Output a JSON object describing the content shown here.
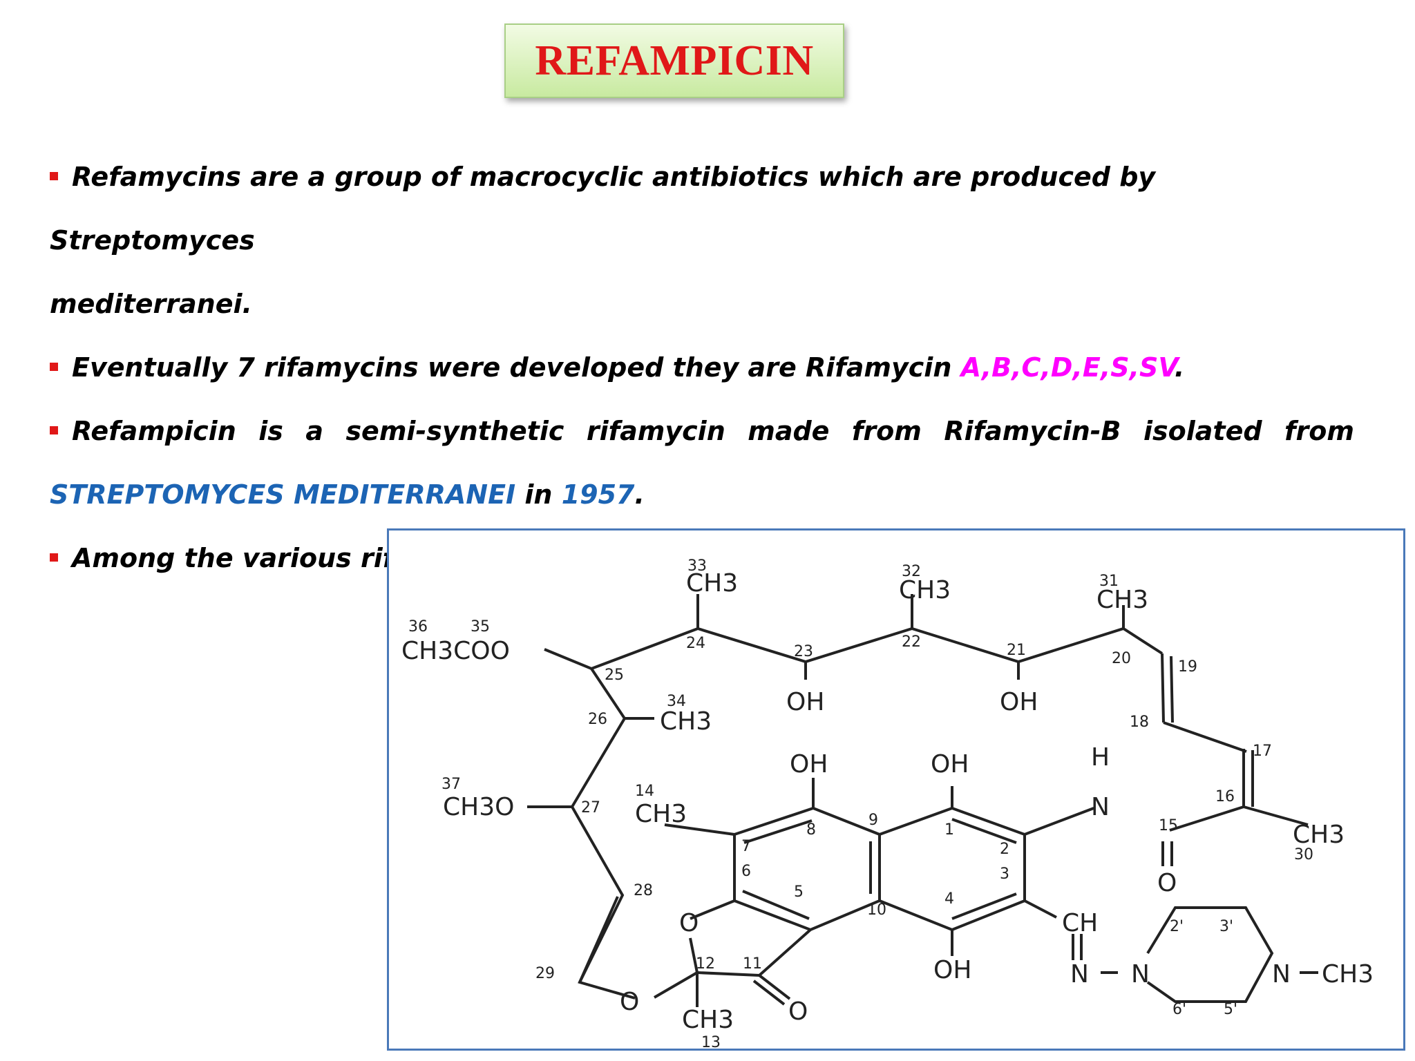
{
  "title": "REFAMPICIN",
  "bullets": {
    "b1_text": "Refamycins are a group of macrocyclic antibiotics which are produced by Streptomyces",
    "b1_cont": "mediterranei.",
    "b2_text": "Eventually 7 rifamycins were developed they are Rifamycin ",
    "b2_highlight": "A,B,C,D,E,S,SV",
    "b2_end": ".",
    "b3_text": "Refampicin is a semi-synthetic rifamycin made from Rifamycin-B isolated from",
    "b3_highlight1": "STREPTOMYCES MEDITERRANEI",
    "b3_mid": " in ",
    "b3_highlight2": "1957",
    "b3_end": ".",
    "b4_text": "Among the various rifamycins, rifamycin-B was the first Commercial product."
  },
  "colors": {
    "title": "#e01818",
    "pink": "#ff00ff",
    "blue": "#1c64b4",
    "frame": "#4a79b9"
  },
  "structure": {
    "groups": {
      "ch3_33": "CH3",
      "ch3_32": "CH3",
      "ch3_31": "CH3",
      "ch3coo": "CH3COO",
      "oh_23": "OH",
      "oh_21": "OH",
      "ch3_34": "CH3",
      "oh_8": "OH",
      "oh_1": "OH",
      "h_n": "H",
      "n_amide": "N",
      "ch3o": "CH3O",
      "ch3_14": "CH3",
      "ch3_30": "CH3",
      "o_15": "O",
      "o_ring": "O",
      "o_29": "O",
      "o_11": "O",
      "ch3_13": "CH3",
      "oh_4": "OH",
      "ch": "CH",
      "n_hyd": "N",
      "n_pip1": "N",
      "n_pip4": "N",
      "ch3_pip": "CH3"
    },
    "numbers": {
      "n33": "33",
      "n32": "32",
      "n31": "31",
      "n36": "36",
      "n35": "35",
      "n24": "24",
      "n23": "23",
      "n22": "22",
      "n21": "21",
      "n20": "20",
      "n19": "19",
      "n25": "25",
      "n34": "34",
      "n26": "26",
      "n18": "18",
      "n17": "17",
      "n37": "37",
      "n14": "14",
      "n27": "27",
      "n16": "16",
      "n15": "15",
      "n30": "30",
      "n8": "8",
      "n9": "9",
      "n1": "1",
      "n7": "7",
      "n6": "6",
      "n2": "2",
      "n3": "3",
      "n28": "28",
      "n5": "5",
      "n10": "10",
      "n4": "4",
      "n29": "29",
      "n12": "12",
      "n11": "11",
      "n13": "13",
      "n2p": "2'",
      "n3p": "3'",
      "n6p": "6'",
      "n5p": "5'"
    }
  }
}
